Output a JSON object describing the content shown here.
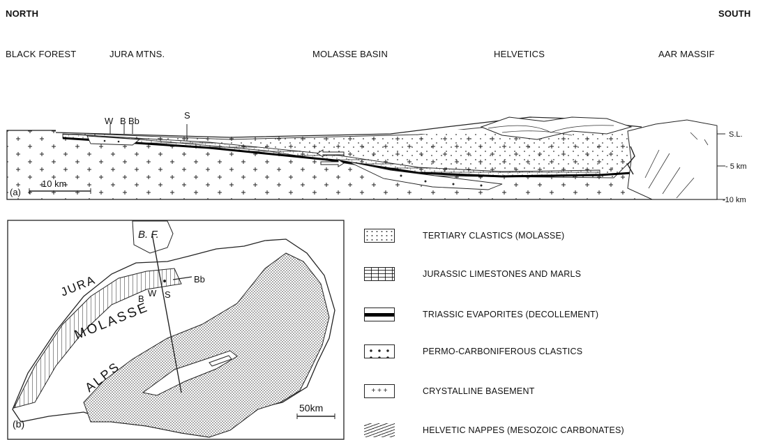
{
  "header": {
    "north": "NORTH",
    "south": "SOUTH",
    "regions": [
      "BLACK FOREST",
      "JURA MTNS.",
      "MOLASSE BASIN",
      "HELVETICS",
      "AAR MASSIF"
    ]
  },
  "section": {
    "panel_label": "(a)",
    "scale": "10 km",
    "wells": [
      "W",
      "B",
      "Bb",
      "S"
    ],
    "depth_labels": [
      "S.L.",
      "- 5 km",
      "-10 km"
    ]
  },
  "map": {
    "panel_label": "(b)",
    "scale": "50km",
    "bf_label": "B. F.",
    "regions": [
      "JURA",
      "MOLASSE",
      "ALPS"
    ],
    "wells": [
      "B",
      "W",
      "S",
      "Bb"
    ]
  },
  "legend": {
    "items": [
      {
        "pattern": "dots-sparse",
        "label": "TERTIARY CLASTICS (MOLASSE)"
      },
      {
        "pattern": "limestone",
        "label": "JURASSIC LIMESTONES AND MARLS"
      },
      {
        "pattern": "thick-line",
        "label": "TRIASSIC EVAPORITES (DECOLLEMENT)"
      },
      {
        "pattern": "pebbles",
        "label": "PERMO-CARBONIFEROUS CLASTICS"
      },
      {
        "pattern": "crosses",
        "label": "CRYSTALLINE BASEMENT"
      },
      {
        "pattern": "nappes",
        "label": "HELVETIC NAPPES (MESOZOIC CARBONATES)"
      }
    ]
  }
}
